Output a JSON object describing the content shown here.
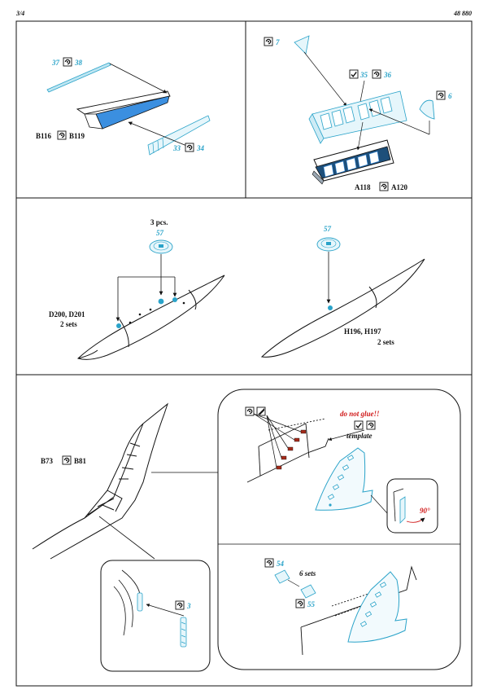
{
  "header": {
    "page": "3/4",
    "set": "48 880"
  },
  "colors": {
    "photo_etch": "#2aa3c9",
    "line": "#111111",
    "warning": "#d01818"
  },
  "icons": {
    "bend": "fold-icon",
    "cut": "cut-icon",
    "remove": "check-icon",
    "paint": "paint-icon"
  },
  "panel_tl": {
    "part_a_1": "37",
    "part_a_2": "38",
    "part_b_1": "33",
    "part_b_2": "34",
    "pos_1": "B116",
    "pos_2": "B119"
  },
  "panel_tr": {
    "part_7": "7",
    "part_35": "35",
    "part_36": "36",
    "part_6": "6",
    "pos_1": "A118",
    "pos_2": "A120"
  },
  "panel_ml": {
    "qty": "3 pcs.",
    "part": "57",
    "pos": "D200, D201",
    "sets": "2 sets"
  },
  "panel_mr": {
    "part": "57",
    "pos": "H196, H197",
    "sets": "2 sets"
  },
  "panel_bl": {
    "pos_1": "B73",
    "pos_2": "B81",
    "part": "3"
  },
  "panel_br_top": {
    "warning": "do not glue!!",
    "template": "template",
    "angle": "90°"
  },
  "panel_br_bot": {
    "part_54": "54",
    "part_55": "55",
    "sets": "6 sets"
  }
}
